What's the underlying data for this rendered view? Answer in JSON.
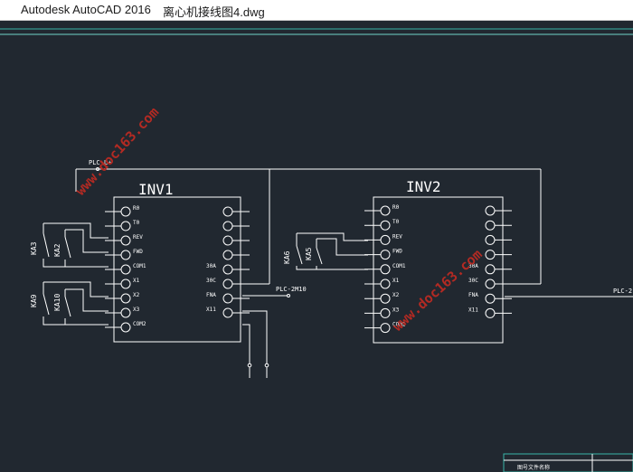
{
  "window": {
    "app_title": "Autodesk AutoCAD 2016",
    "file_name": "离心机接线图4.dwg"
  },
  "colors": {
    "canvas_bg": "#212830",
    "line": "#ffffff",
    "border_accent": "#39b5a8",
    "watermark": "#b22a23"
  },
  "drawing": {
    "inv1": {
      "title": "INV1",
      "left_pins": [
        "R0",
        "T0",
        "REV",
        "FWD",
        "COM1",
        "X1",
        "X2",
        "X3",
        "COM2"
      ],
      "right_pins": [
        "",
        "",
        "",
        "",
        "30A",
        "30C",
        "FNA",
        "X11"
      ]
    },
    "inv2": {
      "title": "INV2",
      "left_pins": [
        "R0",
        "T0",
        "REV",
        "FWD",
        "COM1",
        "X1",
        "X2",
        "X3",
        "COM2"
      ],
      "right_pins": [
        "",
        "",
        "",
        "",
        "30A",
        "30C",
        "FNA",
        "X11"
      ]
    },
    "net_labels": {
      "plc_l": "PLC-L+",
      "plc_2m10": "PLC-2M10",
      "plc_right": "PLC-2"
    },
    "relays": [
      "KA3",
      "KA2",
      "KA9",
      "KA10",
      "KA6",
      "KA5"
    ],
    "watermarks": [
      "www.doc163.com",
      "www.doc163.com"
    ],
    "title_block_text": "图号文件名称"
  }
}
